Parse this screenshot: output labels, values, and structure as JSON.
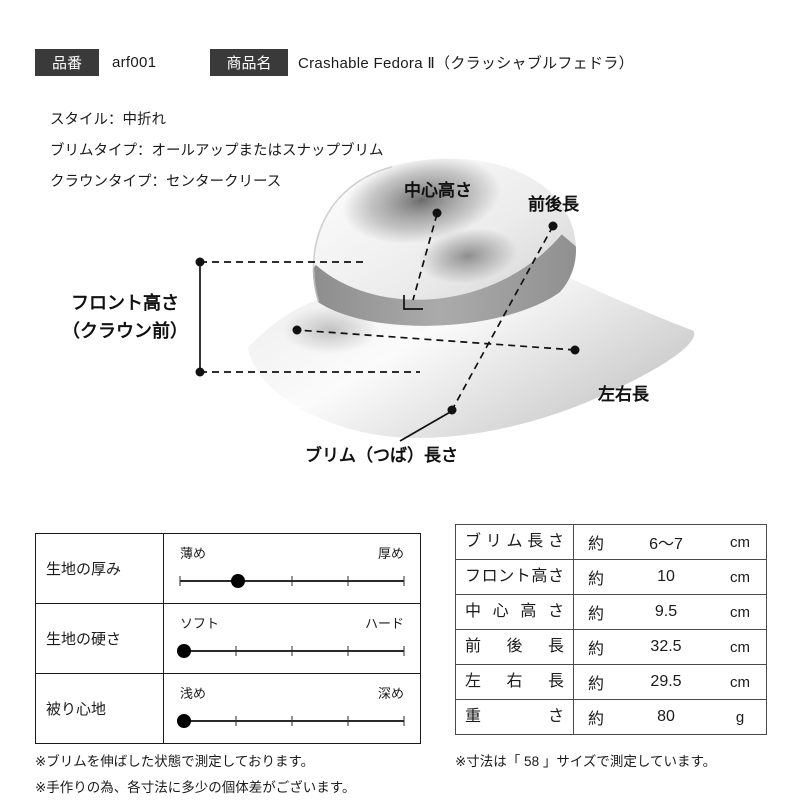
{
  "header": {
    "item_no_label": "品番",
    "item_no_value": "arf001",
    "product_name_label": "商品名",
    "product_name_value": "Crashable Fedora Ⅱ（クラッシャブルフェドラ）"
  },
  "specs": {
    "style": "スタイル：中折れ",
    "brim_type": "ブリムタイプ：オールアップまたはスナップブリム",
    "crown_type": "クラウンタイプ：センタークリース"
  },
  "diagram": {
    "labels": {
      "center_height": "中心高さ",
      "front_back_length": "前後長",
      "front_height_line1": "フロント高さ",
      "front_height_line2": "（クラウン前）",
      "left_right_length": "左右長",
      "brim_length": "ブリム（つば）長さ"
    }
  },
  "feature_table": {
    "rows": [
      {
        "label": "生地の厚み",
        "left": "薄め",
        "right": "厚め",
        "dot_position": "26%"
      },
      {
        "label": "生地の硬さ",
        "left": "ソフト",
        "right": "ハード",
        "dot_position": "2%"
      },
      {
        "label": "被り心地",
        "left": "浅め",
        "right": "深め",
        "dot_position": "2%"
      }
    ]
  },
  "spec_table": {
    "rows": [
      {
        "label": "ブリム長さ",
        "approx": "約",
        "value": "6〜7",
        "unit": "cm"
      },
      {
        "label": "フロント高さ",
        "approx": "約",
        "value": "10",
        "unit": "cm"
      },
      {
        "label": "中心高さ",
        "approx": "約",
        "value": "9.5",
        "unit": "cm"
      },
      {
        "label": "前後長",
        "approx": "約",
        "value": "32.5",
        "unit": "cm"
      },
      {
        "label": "左右長",
        "approx": "約",
        "value": "29.5",
        "unit": "cm"
      },
      {
        "label": "重さ",
        "approx": "約",
        "value": "80",
        "unit": "g"
      }
    ]
  },
  "notes": {
    "left1": "※ブリムを伸ばした状態で測定しております。",
    "left2": "※手作りの為、各寸法に多少の個体差がございます。",
    "right": "※寸法は「 58 」サイズで測定しています。"
  },
  "colors": {
    "tag_bg": "#3a3a3a",
    "text": "#1a1a1a",
    "hat_band": "#9a9a9a"
  }
}
